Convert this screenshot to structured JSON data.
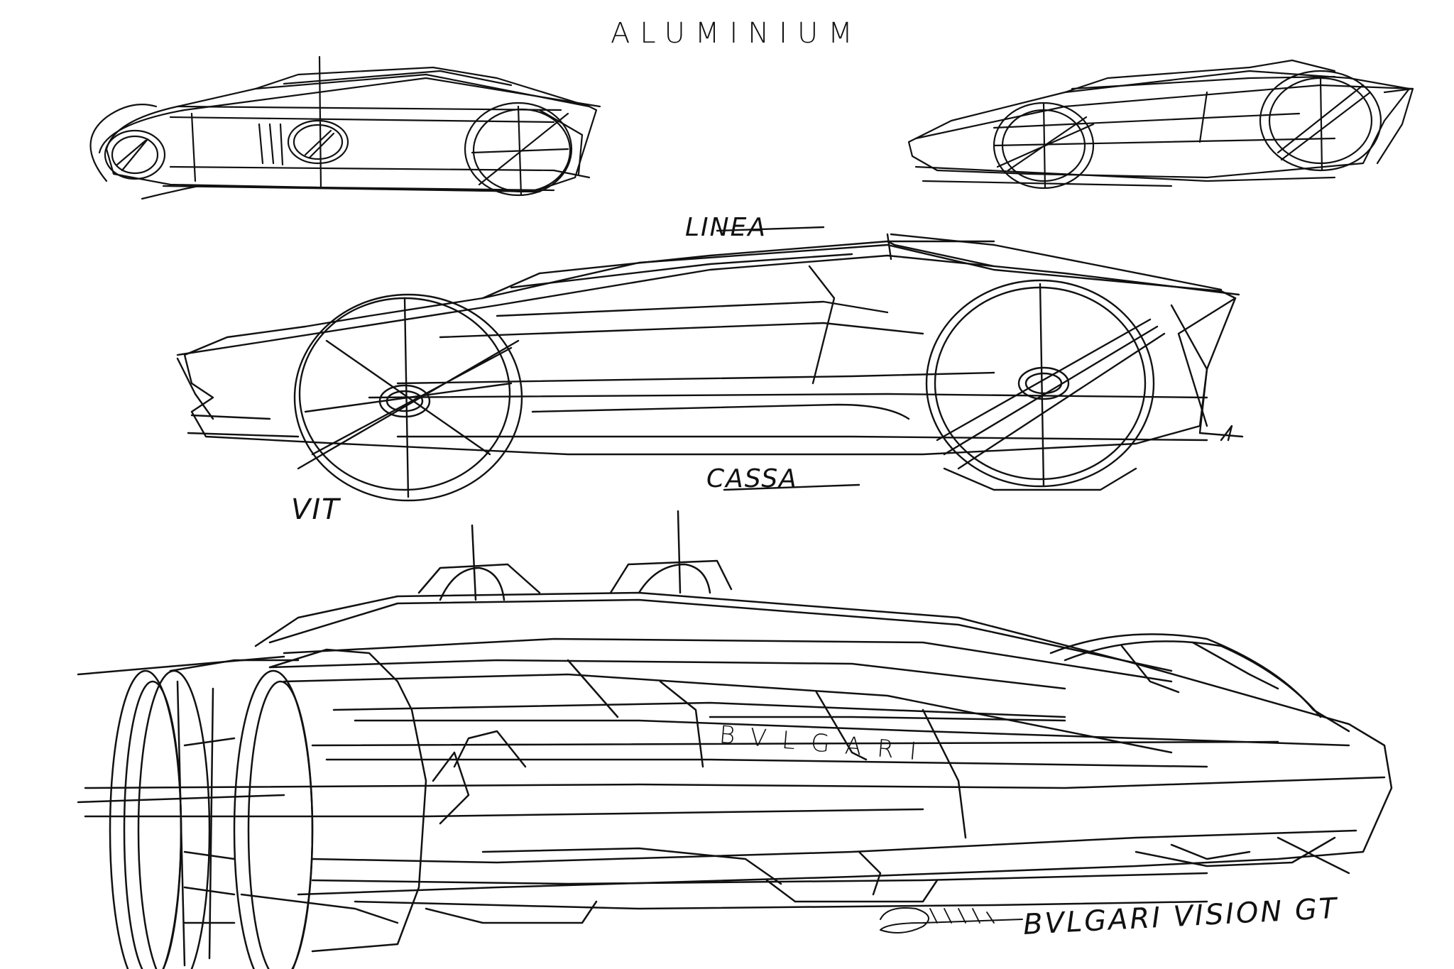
{
  "annotations": {
    "title": "ALUMINIUM",
    "note_top": "LINEA",
    "note_bottom": "CASSA",
    "note_left": "VIT",
    "brand_mark": "BVLGARI",
    "model_name": "BVLGARI VISION GT"
  },
  "signature": "signature",
  "colors": {
    "ink": "#111111",
    "paper": "#ffffff"
  }
}
